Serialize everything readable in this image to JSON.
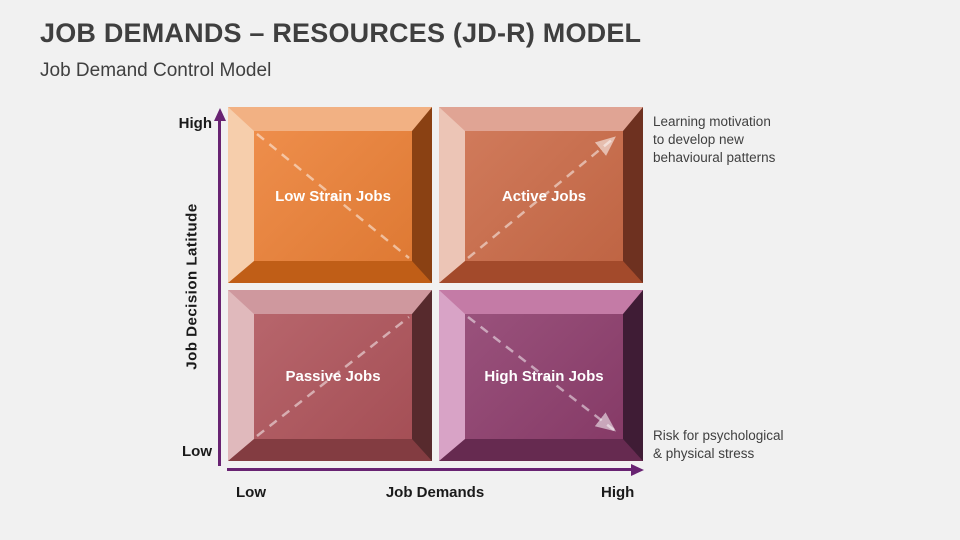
{
  "slide": {
    "title": "JOB DEMANDS – RESOURCES (JD-R) MODEL",
    "subtitle": "Job Demand Control Model",
    "background_color": "#F1F1F1",
    "title_color": "#3F3F3F"
  },
  "axes": {
    "color": "#682372",
    "y_axis": {
      "title": "Job Decision Latitude",
      "top_tick": "High",
      "bottom_tick": "Low"
    },
    "x_axis": {
      "title": "Job Demands",
      "left_tick": "Low",
      "right_tick": "High"
    }
  },
  "quadrants": [
    {
      "label": "Low Strain Jobs",
      "position": "top-left",
      "face_color": "#EC8137",
      "bevel_top": "#F2B183",
      "bevel_left": "#F6CEAC",
      "bevel_right": "#8A4113",
      "bevel_bottom": "#C05E17",
      "diagonal": "to-bottom-right",
      "arrowhead": false
    },
    {
      "label": "Active Jobs",
      "position": "top-right",
      "face_color": "#CB6B48",
      "bevel_top": "#E0A494",
      "bevel_left": "#ECC5B6",
      "bevel_right": "#6E3120",
      "bevel_bottom": "#A34A2B",
      "diagonal": "to-top-right",
      "arrowhead": true
    },
    {
      "label": "Passive Jobs",
      "position": "bottom-left",
      "face_color": "#AF545B",
      "bevel_top": "#CF989E",
      "bevel_left": "#E0B9BC",
      "bevel_right": "#572A2D",
      "bevel_bottom": "#833C41",
      "diagonal": "to-top-right",
      "arrowhead": false
    },
    {
      "label": "High Strain Jobs",
      "position": "bottom-right",
      "face_color": "#8E3E6D",
      "bevel_top": "#C47BA6",
      "bevel_left": "#D8A3C6",
      "bevel_right": "#3F1C35",
      "bevel_bottom": "#662A50",
      "diagonal": "to-bottom-right",
      "arrowhead": true
    }
  ],
  "annotations": {
    "learning": "Learning motivation\nto develop new\nbehavioural patterns",
    "risk": "Risk for psychological\n& physical stress"
  },
  "quadrant_label_color": "#FFFFFF"
}
